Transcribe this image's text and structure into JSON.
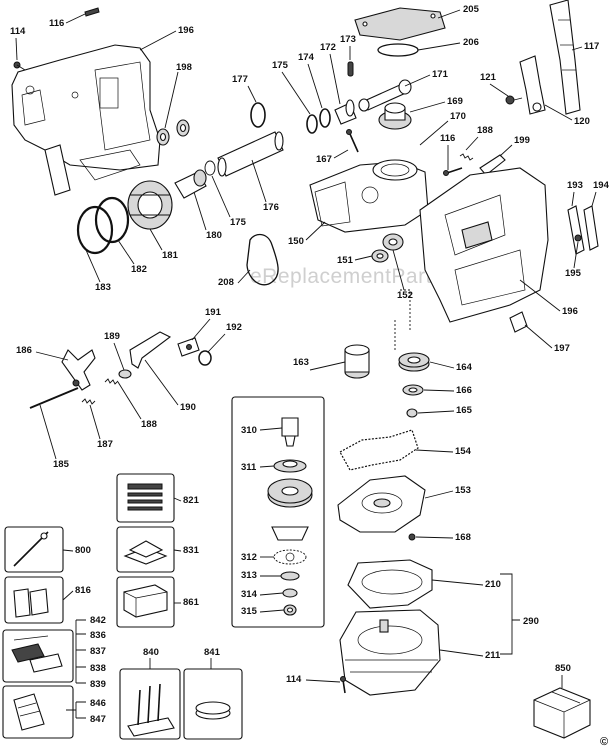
{
  "watermark": "eReplacementParts.com",
  "copyright_symbol": "©",
  "callouts": [
    {
      "id": "205",
      "label": "205"
    },
    {
      "id": "116a",
      "label": "116"
    },
    {
      "id": "114a",
      "label": "114"
    },
    {
      "id": "196a",
      "label": "196"
    },
    {
      "id": "206",
      "label": "206"
    },
    {
      "id": "198",
      "label": "198"
    },
    {
      "id": "177",
      "label": "177"
    },
    {
      "id": "175a",
      "label": "175"
    },
    {
      "id": "174",
      "label": "174"
    },
    {
      "id": "172",
      "label": "172"
    },
    {
      "id": "173",
      "label": "173"
    },
    {
      "id": "171",
      "label": "171"
    },
    {
      "id": "121",
      "label": "121"
    },
    {
      "id": "117",
      "label": "117"
    },
    {
      "id": "169",
      "label": "169"
    },
    {
      "id": "120",
      "label": "120"
    },
    {
      "id": "170",
      "label": "170"
    },
    {
      "id": "188a",
      "label": "188"
    },
    {
      "id": "116b",
      "label": "116"
    },
    {
      "id": "199",
      "label": "199"
    },
    {
      "id": "167",
      "label": "167"
    },
    {
      "id": "193",
      "label": "193"
    },
    {
      "id": "194",
      "label": "194"
    },
    {
      "id": "181",
      "label": "181"
    },
    {
      "id": "180",
      "label": "180"
    },
    {
      "id": "175b",
      "label": "175"
    },
    {
      "id": "176",
      "label": "176"
    },
    {
      "id": "150",
      "label": "150"
    },
    {
      "id": "183",
      "label": "183"
    },
    {
      "id": "182",
      "label": "182"
    },
    {
      "id": "151",
      "label": "151"
    },
    {
      "id": "195",
      "label": "195"
    },
    {
      "id": "208",
      "label": "208"
    },
    {
      "id": "152",
      "label": "152"
    },
    {
      "id": "196b",
      "label": "196"
    },
    {
      "id": "191",
      "label": "191"
    },
    {
      "id": "192",
      "label": "192"
    },
    {
      "id": "189",
      "label": "189"
    },
    {
      "id": "197",
      "label": "197"
    },
    {
      "id": "186",
      "label": "186"
    },
    {
      "id": "163",
      "label": "163"
    },
    {
      "id": "164",
      "label": "164"
    },
    {
      "id": "166",
      "label": "166"
    },
    {
      "id": "190",
      "label": "190"
    },
    {
      "id": "188b",
      "label": "188"
    },
    {
      "id": "165",
      "label": "165"
    },
    {
      "id": "187",
      "label": "187"
    },
    {
      "id": "310",
      "label": "310"
    },
    {
      "id": "154",
      "label": "154"
    },
    {
      "id": "185",
      "label": "185"
    },
    {
      "id": "311",
      "label": "311"
    },
    {
      "id": "821",
      "label": "821"
    },
    {
      "id": "153",
      "label": "153"
    },
    {
      "id": "168",
      "label": "168"
    },
    {
      "id": "800",
      "label": "800"
    },
    {
      "id": "831",
      "label": "831"
    },
    {
      "id": "312",
      "label": "312"
    },
    {
      "id": "313",
      "label": "313"
    },
    {
      "id": "210",
      "label": "210"
    },
    {
      "id": "816",
      "label": "816"
    },
    {
      "id": "861",
      "label": "861"
    },
    {
      "id": "314",
      "label": "314"
    },
    {
      "id": "315",
      "label": "315"
    },
    {
      "id": "842",
      "label": "842"
    },
    {
      "id": "836",
      "label": "836"
    },
    {
      "id": "290",
      "label": "290"
    },
    {
      "id": "837",
      "label": "837"
    },
    {
      "id": "840",
      "label": "840"
    },
    {
      "id": "841",
      "label": "841"
    },
    {
      "id": "838",
      "label": "838"
    },
    {
      "id": "211",
      "label": "211"
    },
    {
      "id": "839",
      "label": "839"
    },
    {
      "id": "850",
      "label": "850"
    },
    {
      "id": "114b",
      "label": "114"
    },
    {
      "id": "846",
      "label": "846"
    },
    {
      "id": "847",
      "label": "847"
    }
  ]
}
